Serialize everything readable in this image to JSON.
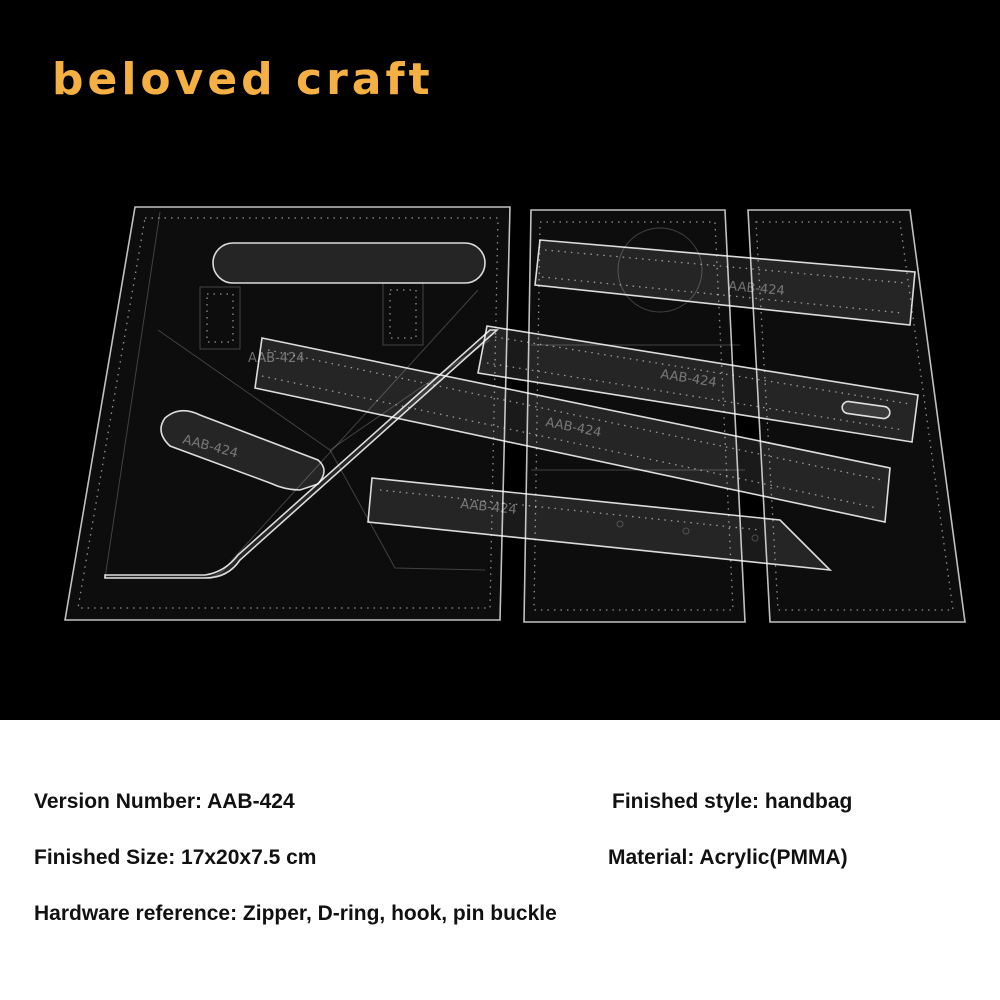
{
  "brand": {
    "logo_text": "beloved craft",
    "logo_color": "#f5b043"
  },
  "photo": {
    "background": "#000000",
    "engraved_labels": [
      "AAB-424",
      "AAB-424",
      "AAB-424",
      "AAB-424",
      "AAB-424",
      "AAB-424"
    ]
  },
  "specs": {
    "version": "Version Number: AAB-424",
    "style": "Finished style: handbag",
    "size": "Finished Size: 17x20x7.5 cm",
    "material": "Material: Acrylic(PMMA)",
    "hardware": "Hardware reference: Zipper, D-ring, hook, pin buckle"
  }
}
